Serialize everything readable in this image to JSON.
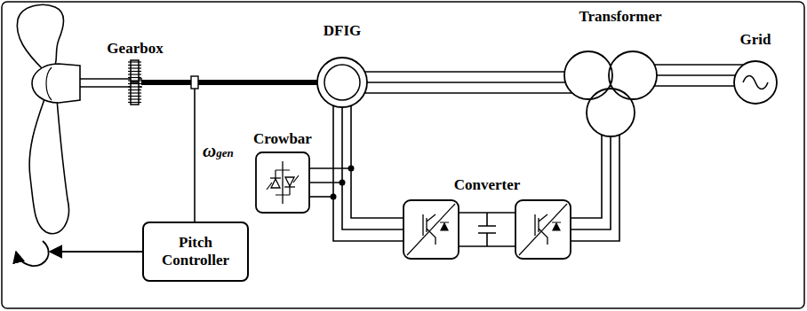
{
  "diagram": {
    "nodes": [
      {
        "text": [
          "Gearbox"
        ]
      },
      {
        "text": [
          "DFIG"
        ]
      },
      {
        "text": [
          "Transformer"
        ]
      },
      {
        "text": [
          "Grid"
        ]
      },
      {
        "text": [
          "Crowbar"
        ]
      },
      {
        "text": [
          "Converter"
        ]
      },
      {
        "text": [
          "Pitch Controller"
        ]
      }
    ],
    "edges": [
      {
        "from": 0,
        "to": 1,
        "arrow": "none"
      },
      {
        "from": 1,
        "to": 2,
        "arrow": "none"
      },
      {
        "from": 2,
        "to": 3,
        "arrow": "none"
      },
      {
        "from": 1,
        "to": 5,
        "arrow": "none"
      },
      {
        "from": 4,
        "to": 1,
        "arrow": "none"
      },
      {
        "from": 5,
        "to": 2,
        "arrow": "none"
      },
      {
        "from": 0,
        "to": 6,
        "arrow": "none",
        "label": "ωgen"
      }
    ]
  }
}
